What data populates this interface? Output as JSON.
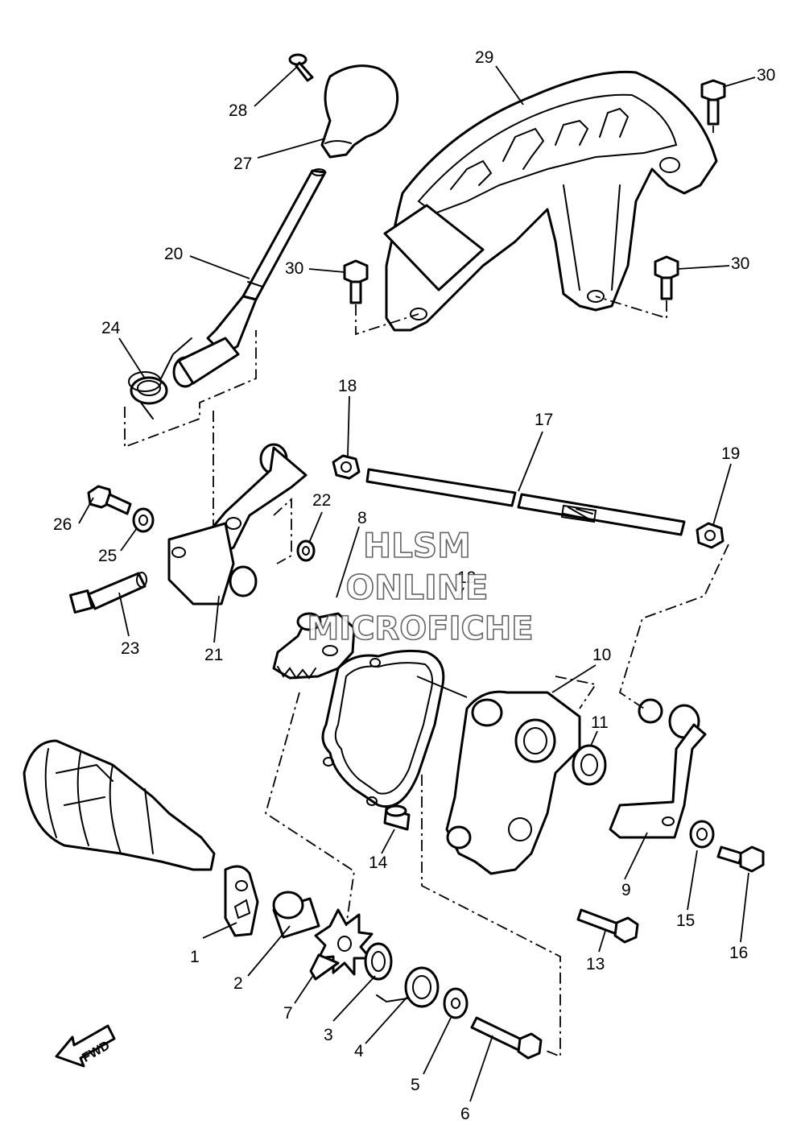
{
  "diagram": {
    "part_labels": [
      {
        "id": "1",
        "text": "1"
      },
      {
        "id": "2",
        "text": "2"
      },
      {
        "id": "3",
        "text": "3"
      },
      {
        "id": "4",
        "text": "4"
      },
      {
        "id": "5",
        "text": "5"
      },
      {
        "id": "6",
        "text": "6"
      },
      {
        "id": "7",
        "text": "7"
      },
      {
        "id": "8",
        "text": "8"
      },
      {
        "id": "9",
        "text": "9"
      },
      {
        "id": "10",
        "text": "10"
      },
      {
        "id": "11",
        "text": "11"
      },
      {
        "id": "12",
        "text": "12"
      },
      {
        "id": "13",
        "text": "13"
      },
      {
        "id": "14",
        "text": "14"
      },
      {
        "id": "15",
        "text": "15"
      },
      {
        "id": "16",
        "text": "16"
      },
      {
        "id": "17",
        "text": "17"
      },
      {
        "id": "18",
        "text": "18"
      },
      {
        "id": "19",
        "text": "19"
      },
      {
        "id": "20",
        "text": "20"
      },
      {
        "id": "21",
        "text": "21"
      },
      {
        "id": "22",
        "text": "22"
      },
      {
        "id": "23",
        "text": "23"
      },
      {
        "id": "24",
        "text": "24"
      },
      {
        "id": "25",
        "text": "25"
      },
      {
        "id": "26",
        "text": "26"
      },
      {
        "id": "27",
        "text": "27"
      },
      {
        "id": "28",
        "text": "28"
      },
      {
        "id": "29",
        "text": "29"
      },
      {
        "id": "30a",
        "text": "30"
      },
      {
        "id": "30b",
        "text": "30"
      },
      {
        "id": "30c",
        "text": "30"
      }
    ],
    "direction_marker": "FWD",
    "watermark": [
      "HLSM",
      "ONLINE",
      "MICROFICHE"
    ]
  }
}
